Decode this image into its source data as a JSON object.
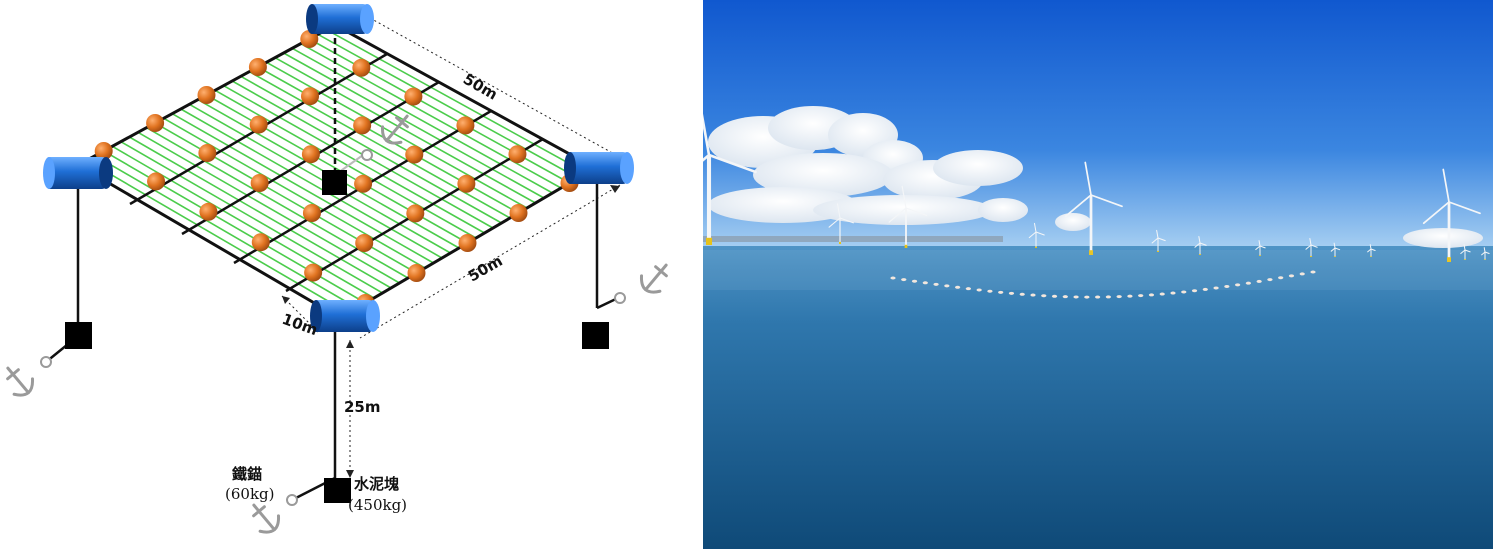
{
  "diagram": {
    "dim_right_top": "50m",
    "dim_right_bottom": "50m",
    "dim_width": "10m",
    "dim_depth": "25m",
    "anchor_label": "鐵錨",
    "anchor_weight": "(60kg)",
    "block_label": "水泥塊",
    "block_weight": "(450kg)",
    "colors": {
      "float": "#e07320",
      "net_line": "#3cc43c",
      "frame_line": "#111111",
      "barrel": "#1f6fd6",
      "anchor": "#9a9a9a"
    },
    "icons": [
      "barrel-buoy-icon",
      "float-ball-icon",
      "anchor-icon",
      "concrete-block-icon"
    ]
  },
  "photo": {
    "subject": "offshore wind farm with floating net line",
    "colors": {
      "sky_top": "#1565d8",
      "sky_horizon": "#8fc2ee",
      "sea_near": "#14527f",
      "sea_far": "#4a90c2"
    }
  }
}
